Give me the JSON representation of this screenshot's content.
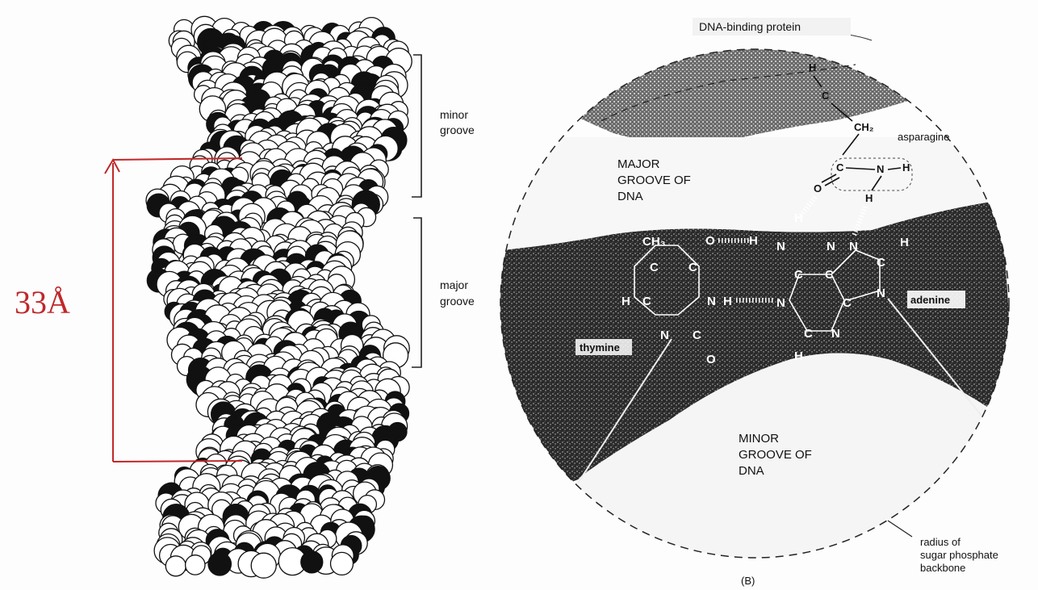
{
  "left_panel": {
    "labels": {
      "minor_groove": [
        "minor",
        "groove"
      ],
      "major_groove": [
        "major",
        "groove"
      ]
    },
    "handwritten_annotation": "33Å",
    "annotation_color": "#c0282a"
  },
  "right_panel": {
    "labels": {
      "dna_binding_protein": "DNA-binding protein",
      "asparagine": "asparagine",
      "major_groove": [
        "MAJOR",
        "GROOVE OF",
        "DNA"
      ],
      "minor_groove": [
        "MINOR",
        "GROOVE OF",
        "DNA"
      ],
      "thymine": "thymine",
      "adenine": "adenine",
      "radius_note": [
        "radius of",
        "sugar phosphate",
        "backbone"
      ],
      "panel_letter": "(B)"
    },
    "atoms": {
      "H": "H",
      "C": "C",
      "N": "N",
      "O": "O",
      "CH2": "CH₂",
      "CH3": "CH₃"
    }
  }
}
